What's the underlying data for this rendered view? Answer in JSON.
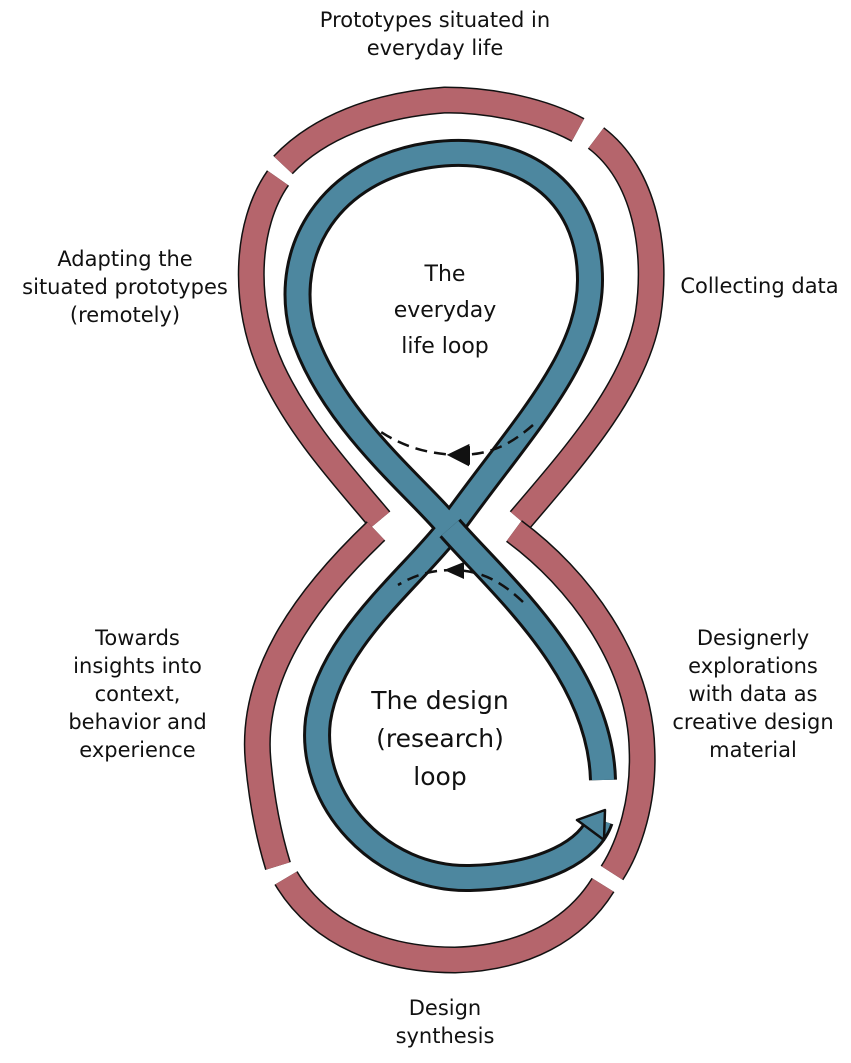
{
  "diagram": {
    "colors": {
      "outer_band": "#b5656c",
      "inner_loop": "#4d879f",
      "outline": "#111111",
      "background": "#ffffff"
    },
    "labels": {
      "top": "Prototypes situated in\neveryday life",
      "right_upper": "Collecting data",
      "left_upper": "Adapting the\nsituated prototypes\n(remotely)",
      "left_lower": "Towards\ninsights into\ncontext,\nbehavior and\nexperience",
      "right_lower": "Designerly\nexplorations\nwith data as\ncreative design\nmaterial",
      "bottom": "Design\nsynthesis",
      "upper_loop": "The\neveryday\nlife loop",
      "lower_loop": "The design\n(research)\nloop"
    }
  }
}
